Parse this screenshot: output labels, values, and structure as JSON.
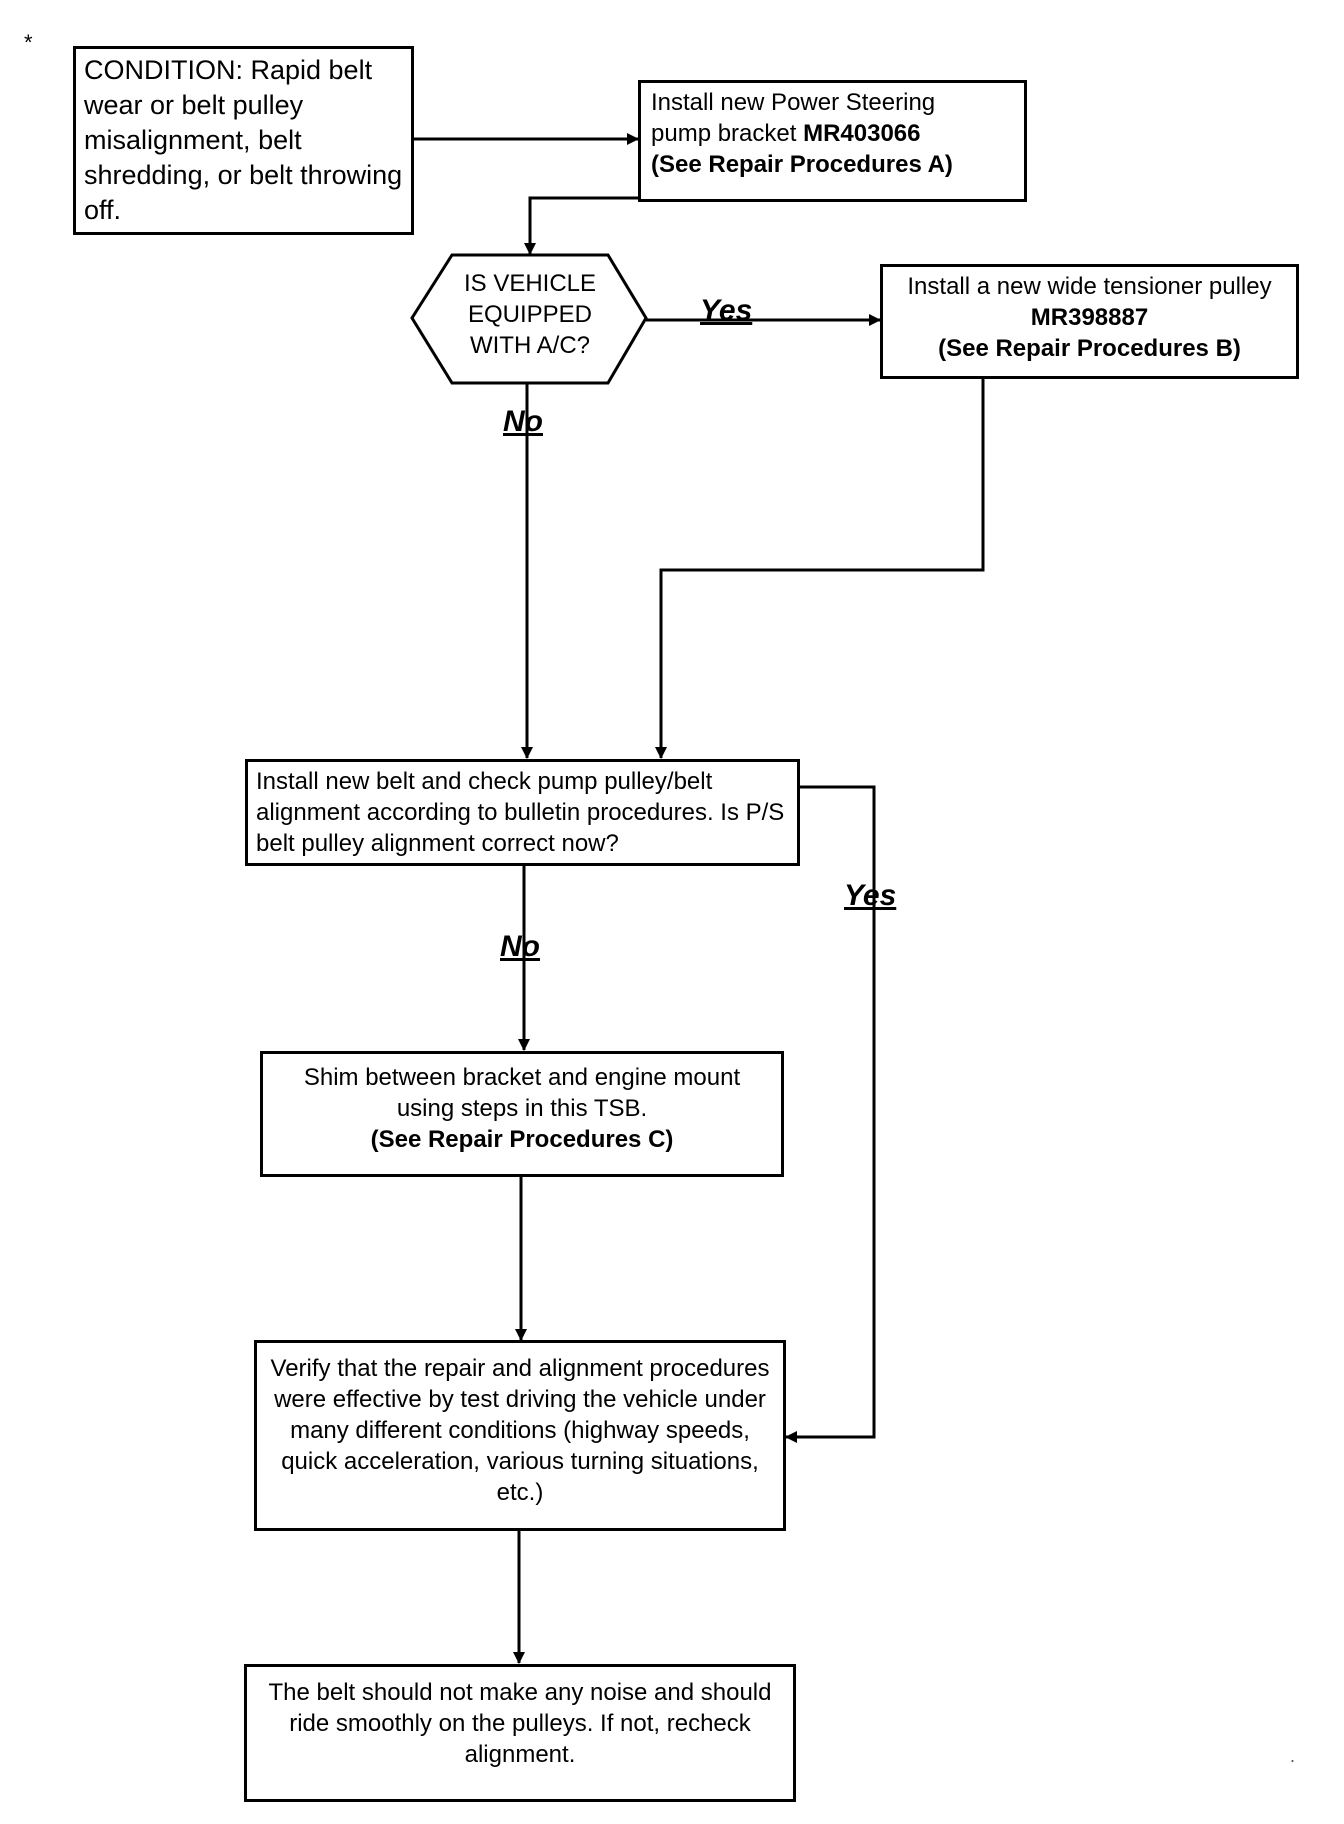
{
  "marker": "*",
  "nodes": {
    "condition": {
      "text": "CONDITION: Rapid belt wear or belt pulley misalignment, belt shredding, or belt throwing off."
    },
    "ps_bracket": {
      "line1": "Install new  Power Steering",
      "line2_prefix": "pump bracket ",
      "part": "MR403066",
      "ref": "(See Repair Procedures A)"
    },
    "ac_question": {
      "line1": "IS VEHICLE",
      "line2": "EQUIPPED",
      "line3": "WITH A/C?"
    },
    "tensioner": {
      "line1": "Install a new wide tensioner pulley",
      "part": "MR398887",
      "ref": "(See Repair Procedures  B)"
    },
    "install_belt": {
      "text": "Install new belt and check pump pulley/belt alignment according to bulletin procedures. Is P/S belt pulley alignment correct now?"
    },
    "shim": {
      "line1": "Shim between bracket and engine mount",
      "line2": "using steps in this TSB.",
      "ref": "(See Repair Procedures C)"
    },
    "verify": {
      "text": "Verify that the repair and alignment procedures were effective by test driving the vehicle under many different conditions (highway speeds, quick acceleration, various turning situations, etc.)"
    },
    "final": {
      "text": "The belt should not make any noise and should ride smoothly on the pulleys. If not, recheck alignment."
    }
  },
  "edge_labels": {
    "ac_yes": "Yes",
    "ac_no": "No",
    "align_no": "No",
    "align_yes": "Yes"
  },
  "stray_mark": "."
}
